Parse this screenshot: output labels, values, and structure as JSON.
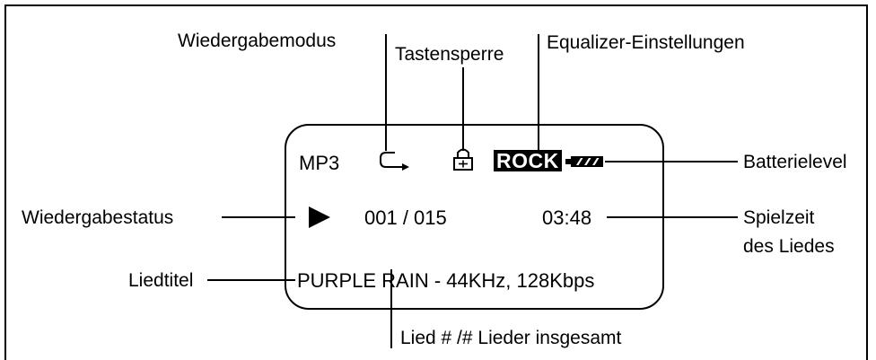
{
  "callouts": {
    "wiedergabemodus": "Wiedergabemodus",
    "tastensperre": "Tastensperre",
    "equalizer": "Equalizer-Einstellungen",
    "batterielevel": "Batterielevel",
    "wiedergabestatus": "Wiedergabestatus",
    "spielzeit_line1": "Spielzeit",
    "spielzeit_line2": "des Liedes",
    "liedtitel": "Liedtitel",
    "lied_nummer": "Lied # /# Lieder insgesamt"
  },
  "display": {
    "format": "MP3",
    "equalizer_preset": "ROCK",
    "track_counter": "001 / 015",
    "play_time": "03:48",
    "song_info": "PURPLE RAIN - 44KHz, 128Kbps"
  },
  "icons": {
    "repeat": "repeat-icon",
    "lock": "lock-icon",
    "battery": "battery-icon",
    "play": "play-icon"
  }
}
